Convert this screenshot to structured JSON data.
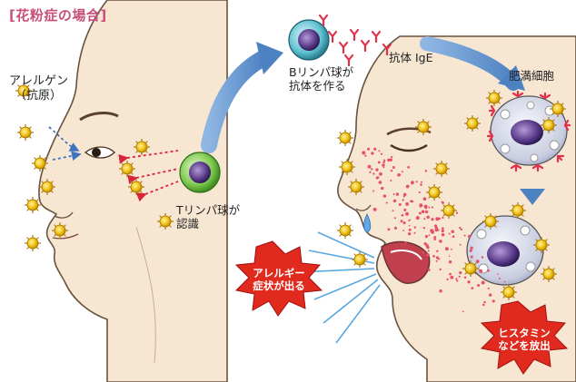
{
  "title": "[花粉症の場合]",
  "labels": {
    "allergen_line1": "アレルゲン",
    "allergen_line2": "（抗原）",
    "t_cell_line1": "Tリンパ球が",
    "t_cell_line2": "認識",
    "b_cell_line1": "Bリンパ球が",
    "b_cell_line2": "抗体を作る",
    "antibody": "抗体 IgE",
    "mast_cell": "肥満細胞"
  },
  "bursts": {
    "symptoms_line1": "アレルギー",
    "symptoms_line2": "症状が出る",
    "histamine_line1": "ヒスタミン",
    "histamine_line2": "などを放出"
  },
  "colors": {
    "title": "#c8507a",
    "burst_red": "#e02a1e",
    "arrow_blue": "#5b8fc9",
    "pollen_yellow": "#f2c318",
    "t_cell_green": "#7ec850",
    "b_cell_teal": "#5ec0d0",
    "antibody_red": "#e0304a",
    "histamine_pink": "#e8506a",
    "mast_cell_gray": "#d8dbe6"
  }
}
